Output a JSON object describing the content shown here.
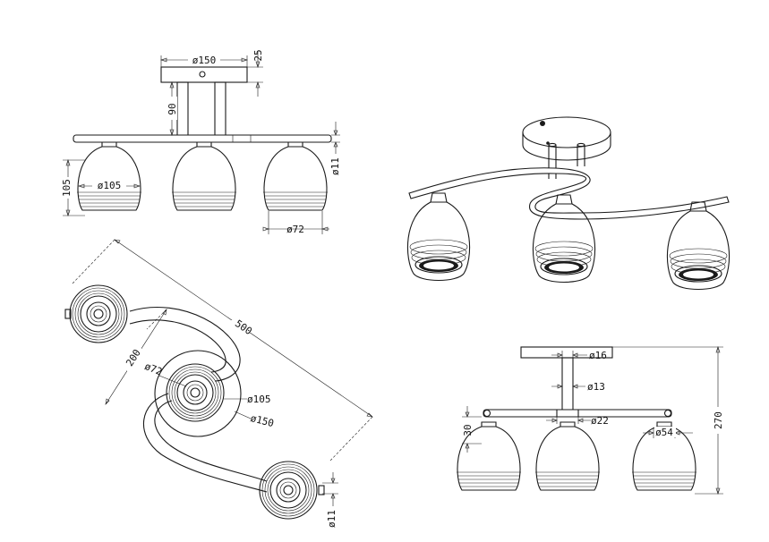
{
  "colors": {
    "line": "#1a1a1a",
    "background": "#ffffff"
  },
  "front_view": {
    "canopy_diameter": "ø150",
    "canopy_height": "25",
    "rod_height": "90",
    "shade_height": "105",
    "shade_diameter": "ø105",
    "shade_opening": "ø72",
    "arm_diameter": "ø11"
  },
  "top_view": {
    "length": "500",
    "width": "200",
    "inner_diameter": "ø72",
    "shade_diameter": "ø105",
    "canopy_diameter": "ø150",
    "arm_diameter": "ø11"
  },
  "side_view": {
    "rod_top": "ø16",
    "rod_diameter": "ø13",
    "joint_diameter": "ø22",
    "shade_top": "ø54",
    "neck_height": "30",
    "total_height": "270"
  }
}
